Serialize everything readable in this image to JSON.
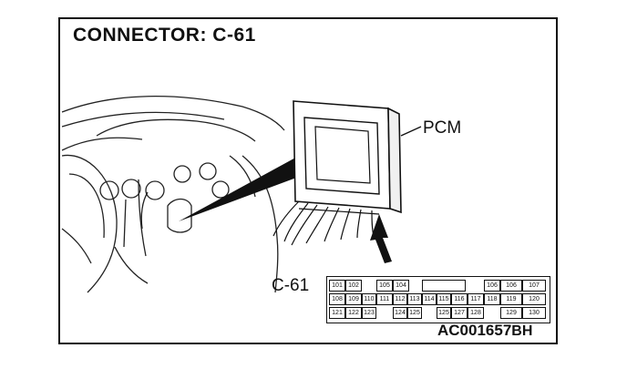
{
  "diagram": {
    "title": "CONNECTOR: C-61",
    "pcm_label": "PCM",
    "connector_label": "C-61",
    "figure_code": "AC001657",
    "figure_code_suffix": "BH",
    "pin_rows": [
      [
        "101",
        "102",
        "105",
        "104",
        "106",
        "106",
        "107"
      ],
      [
        "108",
        "109",
        "110",
        "111",
        "112",
        "113",
        "114",
        "115",
        "116",
        "117",
        "118",
        "119",
        "120"
      ],
      [
        "121",
        "122",
        "123",
        "124",
        "125",
        "125",
        "127",
        "128",
        "129",
        "130"
      ]
    ]
  }
}
